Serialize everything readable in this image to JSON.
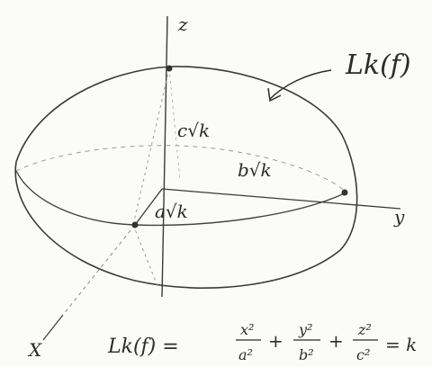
{
  "labels": {
    "axis_z": "z",
    "axis_y": "y",
    "axis_x": "X",
    "level_set": "Lk(f)",
    "semi_axis_c": "c√k",
    "semi_axis_b": "b√k",
    "semi_axis_a": "a√k",
    "eq_lhs": "Lk(f) =",
    "eq_x_num": "x²",
    "eq_x_den": "a²",
    "eq_y_num": "y²",
    "eq_y_den": "b²",
    "eq_z_num": "z²",
    "eq_z_den": "c²",
    "eq_plus": "+",
    "eq_rhs": "= k"
  },
  "colors": {
    "ink": "#2b2b2b",
    "pencil": "#9a9a9a",
    "paper": "#fbfbf8"
  }
}
